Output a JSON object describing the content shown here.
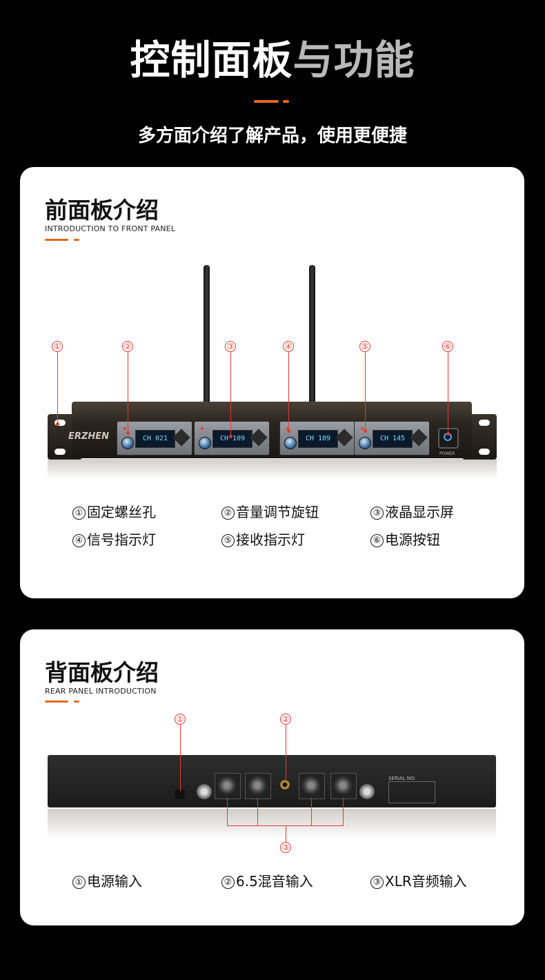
{
  "hero": {
    "title_white": "控制面板",
    "title_gray": "与功能",
    "subtitle": "多方面介绍了解产品，使用更便捷"
  },
  "colors": {
    "accent": "#e8671a",
    "marker": "#e23a2e"
  },
  "front": {
    "title": "前面板介绍",
    "subtitle_en": "INTRODUCTION TO FRONT PANEL",
    "markers": [
      "①",
      "②",
      "③",
      "④",
      "⑤",
      "⑥"
    ],
    "device": {
      "brand": "ERZHEN",
      "power_label": "POWER",
      "lcd": [
        "CH 021",
        "CH 109",
        "CH 109",
        "CH 145"
      ]
    },
    "features": [
      {
        "num": "①",
        "label": "固定螺丝孔"
      },
      {
        "num": "②",
        "label": "音量调节旋钮"
      },
      {
        "num": "③",
        "label": "液晶显示屏"
      },
      {
        "num": "④",
        "label": "信号指示灯"
      },
      {
        "num": "⑤",
        "label": "接收指示灯"
      },
      {
        "num": "⑥",
        "label": "电源按钮"
      }
    ]
  },
  "rear": {
    "title": "背面板介绍",
    "subtitle_en": "REAR PANEL INTRODUCTION",
    "markers": [
      "①",
      "②",
      "③"
    ],
    "device": {
      "serial_label": "SERIAL NO:"
    },
    "features": [
      {
        "num": "①",
        "label": "电源输入"
      },
      {
        "num": "②",
        "label": "6.5混音输入"
      },
      {
        "num": "③",
        "label": "XLR音频输入"
      }
    ]
  }
}
